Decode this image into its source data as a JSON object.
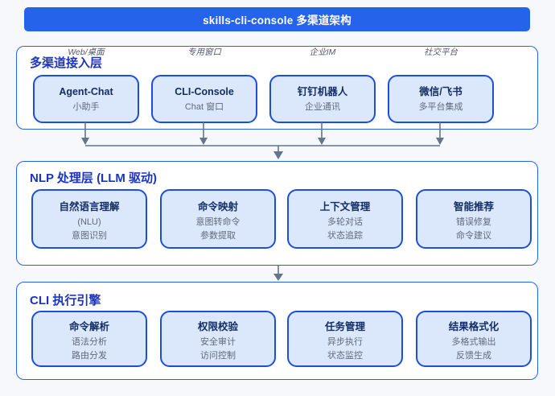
{
  "header": {
    "title": "skills-cli-console 多渠道架构"
  },
  "layers": [
    {
      "title": "多渠道接入层",
      "channel_labels": [
        "Web/桌面",
        "专用窗口",
        "企业IM",
        "社交平台"
      ],
      "boxes": [
        {
          "title": "Agent-Chat",
          "lines": [
            "小助手"
          ]
        },
        {
          "title": "CLI-Console",
          "lines": [
            "Chat 窗口"
          ]
        },
        {
          "title": "钉钉机器人",
          "lines": [
            "企业通讯"
          ]
        },
        {
          "title": "微信/飞书",
          "lines": [
            "多平台集成"
          ]
        }
      ]
    },
    {
      "title": "NLP 处理层 (LLM 驱动)",
      "boxes": [
        {
          "title": "自然语言理解",
          "lines": [
            "(NLU)",
            "意图识别"
          ]
        },
        {
          "title": "命令映射",
          "lines": [
            "意图转命令",
            "参数提取"
          ]
        },
        {
          "title": "上下文管理",
          "lines": [
            "多轮对话",
            "状态追踪"
          ]
        },
        {
          "title": "智能推荐",
          "lines": [
            "错误修复",
            "命令建议"
          ]
        }
      ]
    },
    {
      "title": "CLI 执行引擎",
      "boxes": [
        {
          "title": "命令解析",
          "lines": [
            "语法分析",
            "路由分发"
          ]
        },
        {
          "title": "权限校验",
          "lines": [
            "安全审计",
            "访问控制"
          ]
        },
        {
          "title": "任务管理",
          "lines": [
            "异步执行",
            "状态监控"
          ]
        },
        {
          "title": "结果格式化",
          "lines": [
            "多格式输出",
            "反馈生成"
          ]
        }
      ]
    }
  ],
  "colors": {
    "page_background": "#f7f8fb",
    "header_background": "#2563eb",
    "header_text": "#ffffff",
    "section_border": "#2563eb",
    "section_title": "#1c34c0",
    "node_fill": "#dbe7fb",
    "node_border": "#1d4ed8",
    "node_title": "#132d66",
    "node_subtext": "#5f6b7c",
    "channel_label": "#525a66",
    "arrow": "#64748b"
  }
}
